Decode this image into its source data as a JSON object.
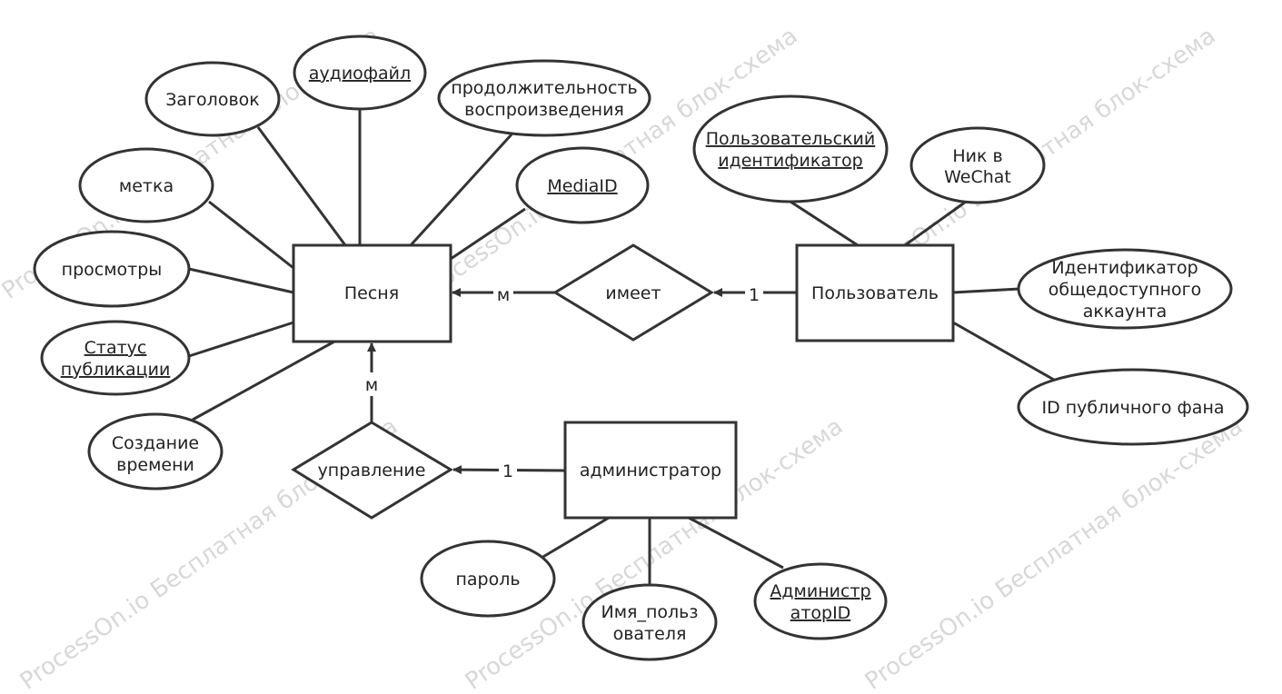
{
  "watermark": "ProcessOn.io Бесплатная блок-схема",
  "entities": {
    "song": "Песня",
    "user": "Пользователь",
    "admin": "администратор"
  },
  "relationships": {
    "has": "имеет",
    "manage": "управление"
  },
  "cardinalities": {
    "has_song": "м",
    "has_user": "1",
    "manage_song": "м",
    "manage_admin": "1"
  },
  "attributes": {
    "title": "Заголовок",
    "audiofile": "аудиофайл",
    "duration_l1": "продолжительность",
    "duration_l2": "воспроизведения",
    "mediaid": "MediaID",
    "tag": "метка",
    "views": "просмотры",
    "status_l1": "Статус",
    "status_l2": "публикации",
    "created_l1": "Создание",
    "created_l2": "времени",
    "userid_l1": "Пользовательский",
    "userid_l2": "идентификатор",
    "wechat_l1": "Ник в",
    "wechat_l2": "WeChat",
    "pubacc_l1": "Идентификатор",
    "pubacc_l2": "общедоступного",
    "pubacc_l3": "аккаунта",
    "fanid": "ID публичного фана",
    "password": "пароль",
    "username_l1": "Имя_польз",
    "username_l2": "ователя",
    "adminid_l1": "Администр",
    "adminid_l2": "аторID"
  }
}
